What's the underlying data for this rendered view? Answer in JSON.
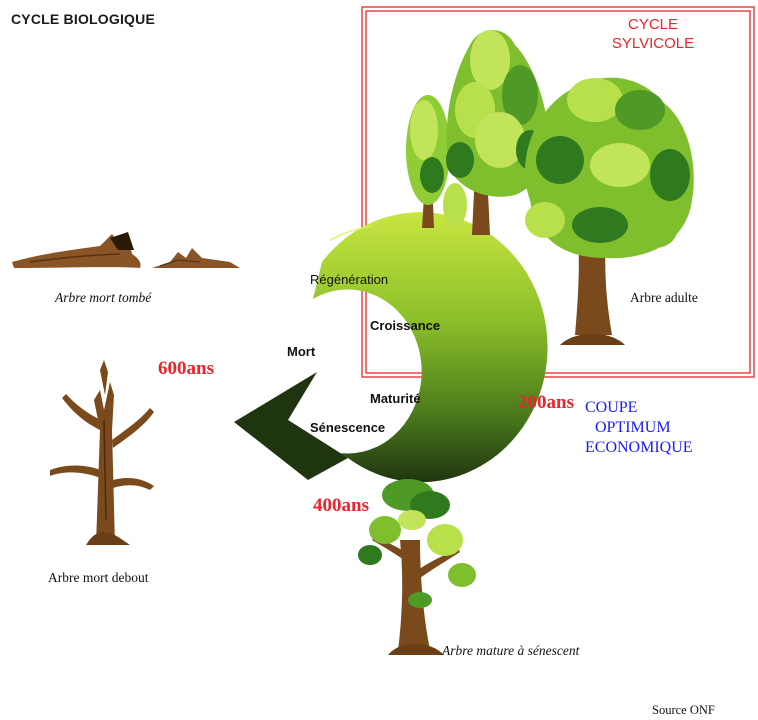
{
  "title": "CYCLE BIOLOGIQUE",
  "silvicultural_cycle": {
    "title_line1": "CYCLE",
    "title_line2": "SYLVICOLE"
  },
  "stages": {
    "regeneration": "Régénération",
    "croissance": "Croissance",
    "mort": "Mort",
    "maturite": "Maturité",
    "senescence": "Sénescence"
  },
  "ages": {
    "a200": "200ans",
    "a400": "400ans",
    "a600": "600ans"
  },
  "coupe": {
    "line1": "COUPE",
    "line2": "OPTIMUM",
    "line3": "ECONOMIQUE"
  },
  "captions": {
    "fallen": "Arbre mort tombé",
    "adult": "Arbre adulte",
    "dead_standing": "Arbre mort debout",
    "mature": "Arbre mature à sénescent"
  },
  "source": "Source  ONF",
  "colors": {
    "red": "#e8262b",
    "blue": "#1a1aff",
    "trunk": "#7a4a1c",
    "leaf_light": "#b8e04a",
    "leaf_mid": "#7fbf2e",
    "leaf_dark": "#2f7a1f",
    "arrow_light": "#b5d633",
    "arrow_dark": "#1f3a10"
  }
}
